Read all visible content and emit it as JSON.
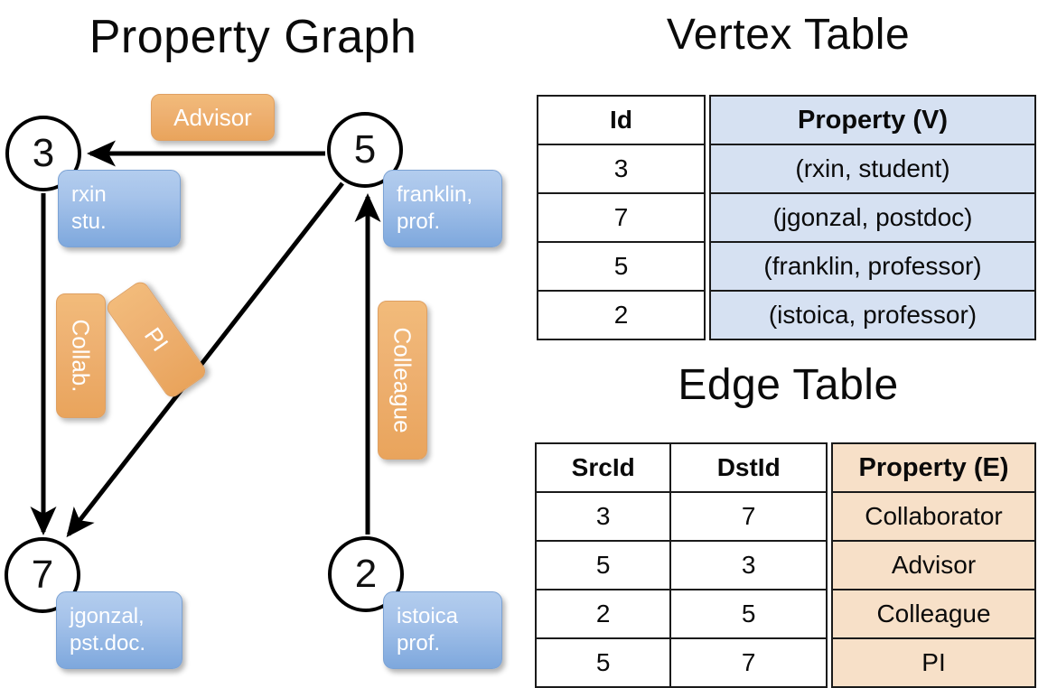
{
  "titles": {
    "property_graph": "Property Graph",
    "vertex_table": "Vertex Table",
    "edge_table": "Edge Table"
  },
  "colors": {
    "vertex_property_fill": "#d6e1f2",
    "edge_property_fill": "#f7e0c8",
    "node_box_blue": "#7ea8dd",
    "edge_label_orange": "#e9a45c",
    "stroke": "#000000"
  },
  "graph": {
    "vertices": [
      {
        "id": "3",
        "property_lines": [
          "rxin",
          "stu."
        ]
      },
      {
        "id": "5",
        "property_lines": [
          "franklin,",
          "prof."
        ]
      },
      {
        "id": "7",
        "property_lines": [
          "jgonzal,",
          "pst.doc."
        ]
      },
      {
        "id": "2",
        "property_lines": [
          "istoica",
          "prof."
        ]
      }
    ],
    "edge_labels": [
      {
        "name": "advisor",
        "text": "Advisor"
      },
      {
        "name": "collab",
        "text": "Collab."
      },
      {
        "name": "pi",
        "text": "PI"
      },
      {
        "name": "colleague",
        "text": "Colleague"
      }
    ],
    "edges": [
      {
        "src": "5",
        "dst": "3",
        "label": "Advisor"
      },
      {
        "src": "3",
        "dst": "7",
        "label": "Collab."
      },
      {
        "src": "5",
        "dst": "7",
        "label": "PI"
      },
      {
        "src": "2",
        "dst": "5",
        "label": "Colleague"
      }
    ]
  },
  "vertex_table": {
    "headers": [
      "Id",
      "Property (V)"
    ],
    "rows": [
      {
        "id": "3",
        "property": "(rxin, student)"
      },
      {
        "id": "7",
        "property": "(jgonzal, postdoc)"
      },
      {
        "id": "5",
        "property": "(franklin, professor)"
      },
      {
        "id": "2",
        "property": "(istoica, professor)"
      }
    ]
  },
  "edge_table": {
    "headers": [
      "SrcId",
      "DstId",
      "Property (E)"
    ],
    "rows": [
      {
        "src": "3",
        "dst": "7",
        "property": "Collaborator"
      },
      {
        "src": "5",
        "dst": "3",
        "property": "Advisor"
      },
      {
        "src": "2",
        "dst": "5",
        "property": "Colleague"
      },
      {
        "src": "5",
        "dst": "7",
        "property": "PI"
      }
    ]
  }
}
